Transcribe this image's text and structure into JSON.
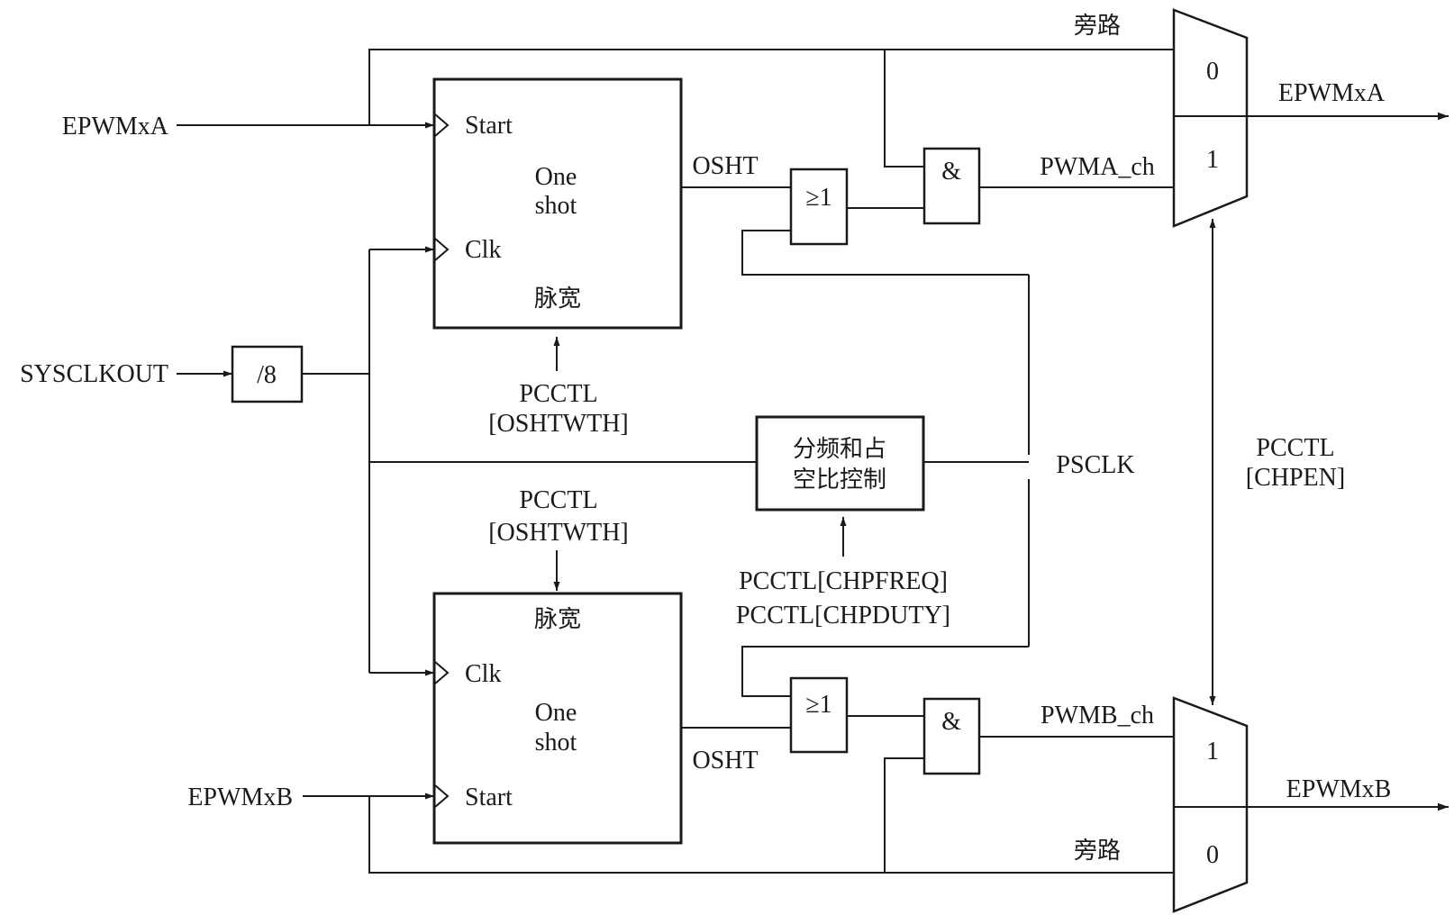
{
  "inputs": {
    "epwmxa": "EPWMxA",
    "epwmxb": "EPWMxB",
    "sysclkout": "SYSCLKOUT"
  },
  "outputs": {
    "epwmxa": "EPWMxA",
    "epwmxb": "EPWMxB"
  },
  "divider": {
    "label": "/8"
  },
  "oneshot_top": {
    "start": "Start",
    "clk": "Clk",
    "title_line1": "One",
    "title_line2": "shot",
    "width_label": "脉宽",
    "ctrl_line1": "PCCTL",
    "ctrl_line2": "[OSHTWTH]",
    "out_label": "OSHT"
  },
  "oneshot_bottom": {
    "start": "Start",
    "clk": "Clk",
    "title_line1": "One",
    "title_line2": "shot",
    "width_label": "脉宽",
    "ctrl_line1": "PCCTL",
    "ctrl_line2": "[OSHTWTH]",
    "out_label": "OSHT"
  },
  "freq_duty": {
    "line1": "分频和占",
    "line2": "空比控制",
    "ctrl_line1": "PCCTL[CHPFREQ]",
    "ctrl_line2": "PCCTL[CHPDUTY]",
    "out_label": "PSCLK"
  },
  "gates": {
    "or_symbol": "≥1",
    "and_symbol": "&"
  },
  "mux_top": {
    "in0": "0",
    "in1": "1",
    "bypass": "旁路",
    "ch_label": "PWMA_ch"
  },
  "mux_bottom": {
    "in0": "0",
    "in1": "1",
    "bypass": "旁路",
    "ch_label": "PWMB_ch"
  },
  "chpen": {
    "line1": "PCCTL",
    "line2": "[CHPEN]"
  }
}
